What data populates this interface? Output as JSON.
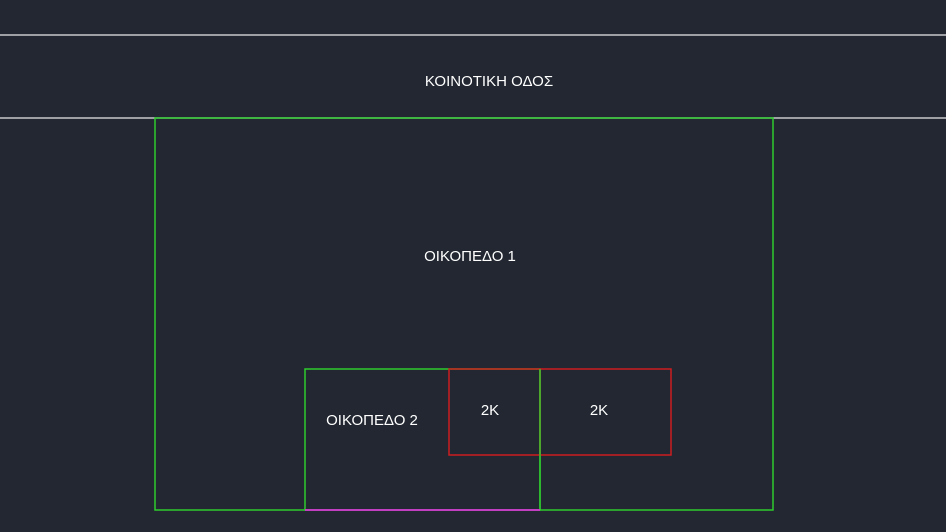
{
  "drawing": {
    "road_label": "ΚΟΙΝΟΤΙΚΗ ΟΔΟΣ",
    "plot1_label": "ΟΙΚΟΠΕΔΟ 1",
    "plot2_label": "ΟΙΚΟΠΕΔΟ 2",
    "block_left_label": "2Κ",
    "block_right_label": "2Κ"
  },
  "colors": {
    "background": "#222731",
    "road_lines": "#c8c8cc",
    "plot_outline": "#2ecc2e",
    "block_outline": "#cc1f1f",
    "plot2_front_edge": "#c23fc2",
    "text": "#ffffff"
  }
}
